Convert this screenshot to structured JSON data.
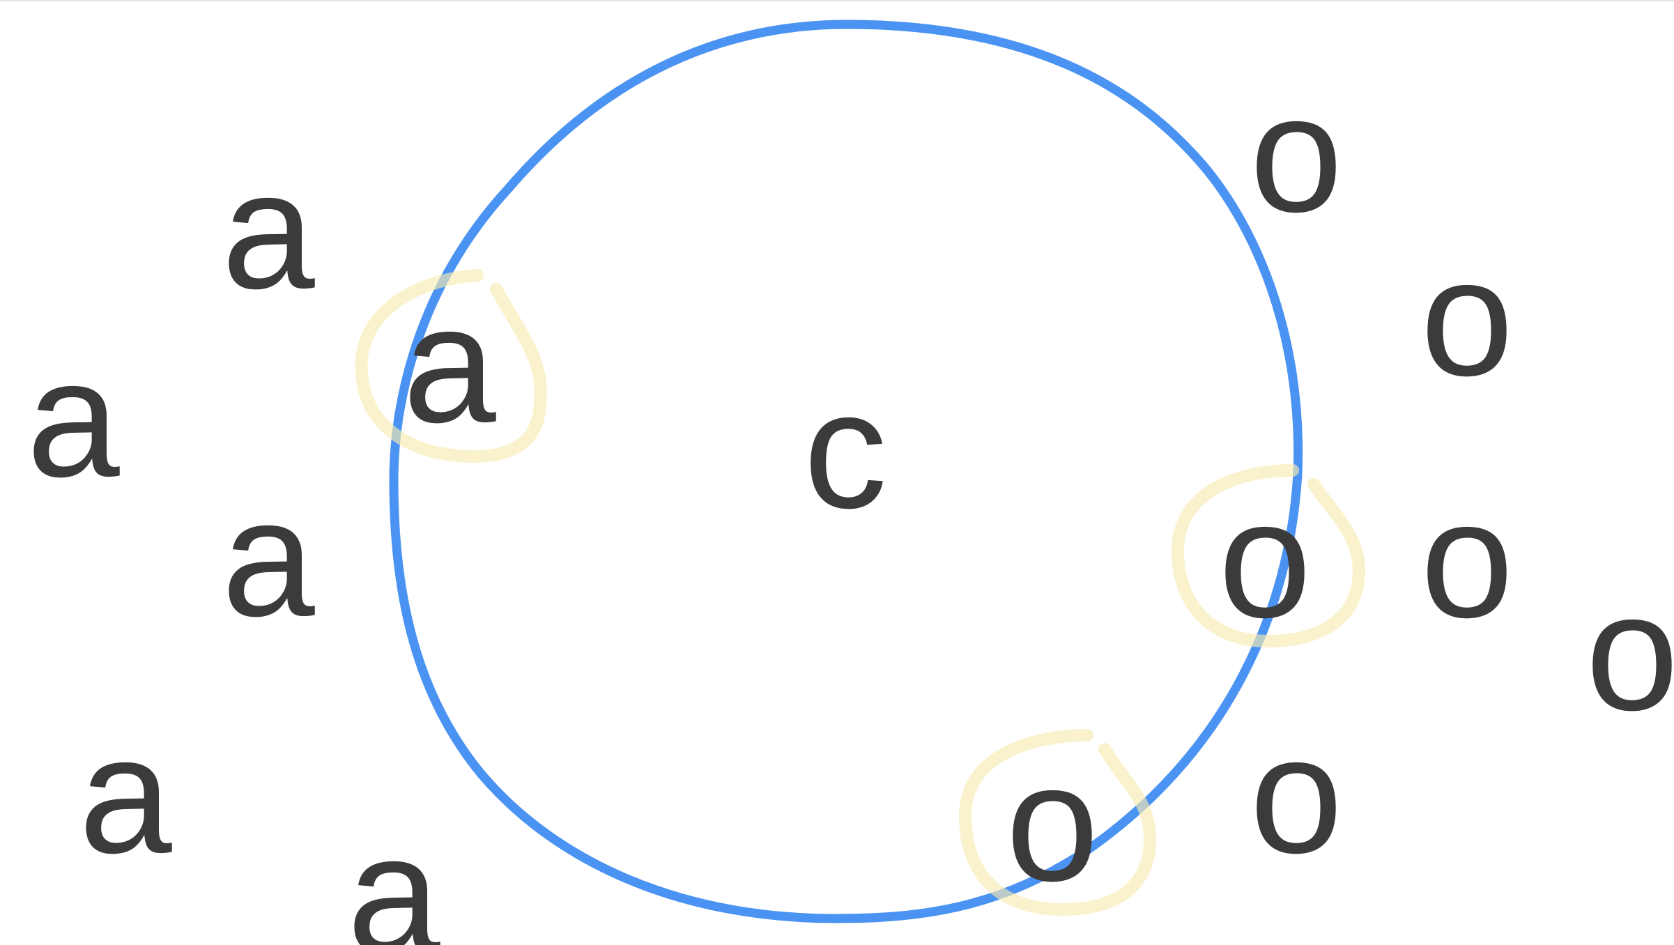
{
  "diagram": {
    "colors": {
      "circle": "#4a93f3",
      "highlight": "#f7ebb0",
      "text": "#3b3b3b",
      "background": "#ffffff"
    },
    "center_point": {
      "label": "c"
    },
    "points_a": [
      {
        "label": "a"
      },
      {
        "label": "a",
        "highlighted": true
      },
      {
        "label": "a"
      },
      {
        "label": "a"
      },
      {
        "label": "a"
      },
      {
        "label": "a"
      }
    ],
    "points_o": [
      {
        "label": "o"
      },
      {
        "label": "o"
      },
      {
        "label": "o",
        "highlighted": true
      },
      {
        "label": "o"
      },
      {
        "label": "o"
      },
      {
        "label": "o",
        "highlighted": true
      },
      {
        "label": "o"
      }
    ]
  }
}
